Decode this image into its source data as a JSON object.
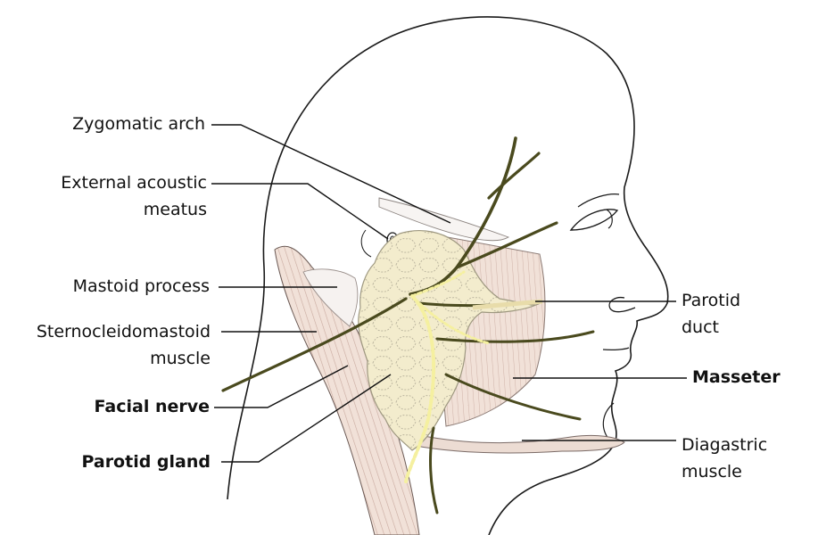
{
  "figure": {
    "labels_left": [
      {
        "id": "zygomatic-arch",
        "lines": [
          "Zygomatic arch"
        ],
        "bold": false
      },
      {
        "id": "external-acoustic-meatus",
        "lines": [
          "External acoustic",
          "meatus"
        ],
        "bold": false
      },
      {
        "id": "mastoid-process",
        "lines": [
          "Mastoid process"
        ],
        "bold": false
      },
      {
        "id": "sternocleidomastoid-muscle",
        "lines": [
          "Sternocleidomastoid",
          "muscle"
        ],
        "bold": false
      },
      {
        "id": "facial-nerve",
        "lines": [
          "Facial nerve"
        ],
        "bold": true
      },
      {
        "id": "parotid-gland",
        "lines": [
          "Parotid gland"
        ],
        "bold": true
      }
    ],
    "labels_right": [
      {
        "id": "parotid-duct",
        "lines": [
          "Parotid",
          "duct"
        ],
        "bold": false
      },
      {
        "id": "masseter",
        "lines": [
          "Masseter"
        ],
        "bold": true
      },
      {
        "id": "diagastric-muscle",
        "lines": [
          "Diagastric",
          "muscle"
        ],
        "bold": false
      }
    ],
    "colors": {
      "outline": "#1a1a1a",
      "gland_fill": "#f3eccd",
      "gland_lobule_line": "#b9b39d",
      "muscle_fill": "#f1e1d8",
      "muscle_stripe": "#c9aaa0",
      "nerve": "#4a4a1e",
      "nerve_highlight": "#f5f0a0",
      "leader": "#111111"
    }
  }
}
